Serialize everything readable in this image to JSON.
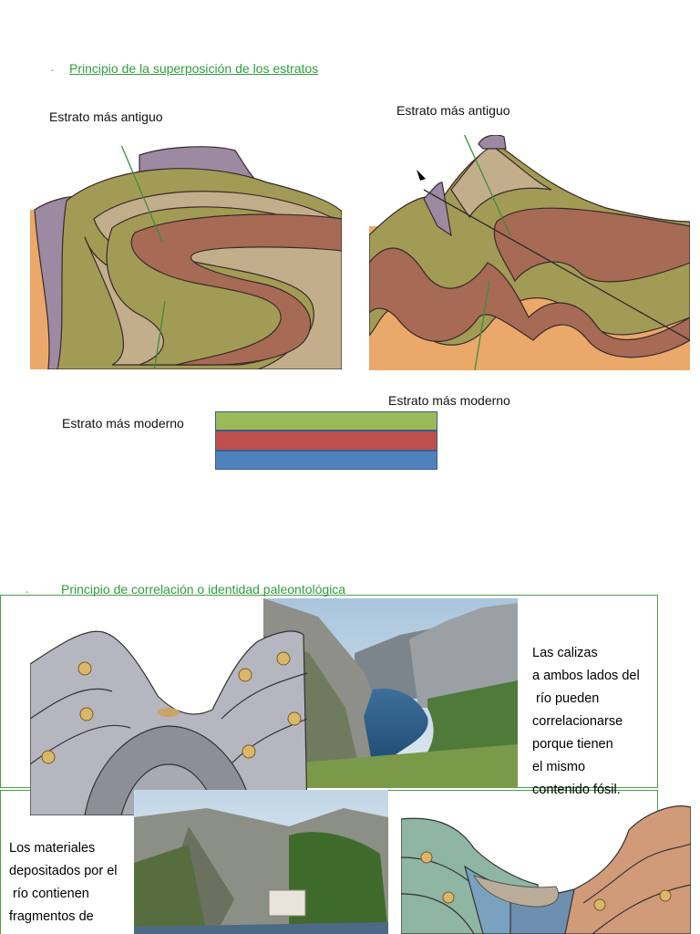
{
  "section1": {
    "bullet": "-",
    "title": "Principio de la superposición de los estratos",
    "left_fold": {
      "top_label": "Estrato más antiguo",
      "bottom_label": "Estrato más moderno"
    },
    "right_fold": {
      "top_label": "Estrato más antiguo",
      "bottom_label": "Estrato más moderno"
    },
    "strata_colors": [
      "#9bbb59",
      "#c0504d",
      "#4f81bd"
    ]
  },
  "section2": {
    "bullet": "-",
    "title": "Principio de correlación o identidad paleontológica",
    "text_right": [
      "Las calizas",
      "a ambos lados del",
      " río pueden",
      "correlacionarse",
      "porque tienen",
      "el mismo",
      "contenido fósil."
    ],
    "text_left": [
      "Los materiales",
      "depositados por el",
      " río contienen",
      "fragmentos de"
    ]
  }
}
